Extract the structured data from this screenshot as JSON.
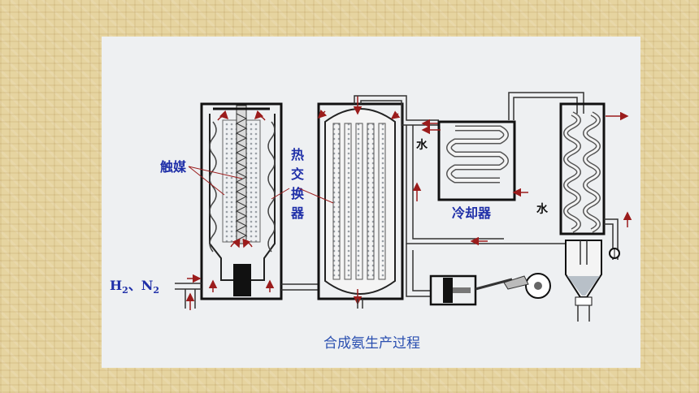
{
  "diagram": {
    "title": "合成氨生产过程",
    "labels": {
      "catalyst": "触媒",
      "heat_exchanger_1": "热",
      "heat_exchanger_2": "交",
      "heat_exchanger_3": "换",
      "heat_exchanger_4": "器",
      "cooler": "冷却器",
      "water_in": "水",
      "water_out": "水",
      "feed_h2": "H",
      "feed_h2_sub": "2",
      "feed_sep": "、N",
      "feed_n2_sub": "2"
    },
    "colors": {
      "panel": "#eef0f2",
      "line": "#111111",
      "arrow": "#9b1c1c",
      "label": "#1f2fa8",
      "title": "#2a4fb0"
    }
  }
}
